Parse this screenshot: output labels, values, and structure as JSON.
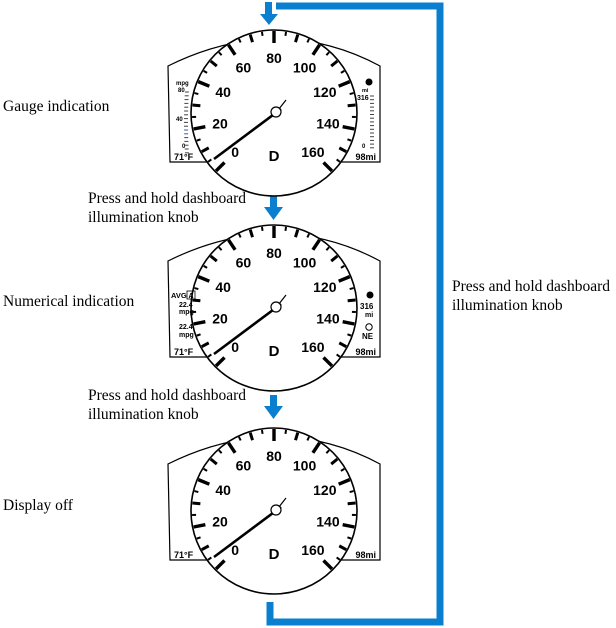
{
  "stages": [
    {
      "id": "gauge",
      "label": "Gauge indication",
      "temp": "71",
      "temp_unit": "°F",
      "range": "98",
      "range_unit": "mi",
      "gear": "D",
      "left_gauge": {
        "unit": "mpg",
        "top": "80",
        "mid": "40",
        "bottom": "0"
      },
      "right_gauge": {
        "label": "mi",
        "value": "316",
        "bottom": "0"
      }
    },
    {
      "id": "numerical",
      "label": "Numerical indication",
      "temp": "71",
      "temp_unit": "°F",
      "range": "98",
      "range_unit": "mi",
      "gear": "D",
      "avg_label": "AVG",
      "avg_badge": "A",
      "avg_value": "22.4",
      "avg_unit": "mpg",
      "cur_value": "22.4",
      "cur_unit": "mpg",
      "dte_value": "316",
      "dte_unit": "mi",
      "compass": "NE"
    },
    {
      "id": "off",
      "label": "Display off",
      "temp": "71",
      "temp_unit": "°F",
      "range": "98",
      "range_unit": "mi",
      "gear": "D"
    }
  ],
  "speed_labels": [
    "0",
    "20",
    "40",
    "60",
    "80",
    "100",
    "120",
    "140",
    "160"
  ],
  "transitions": [
    "Press and hold dashboard illumination knob",
    "Press and hold dashboard illumination knob"
  ],
  "loop_label": "Press and hold dashboard illumination knob",
  "arrow_color": "#0a7fd0"
}
